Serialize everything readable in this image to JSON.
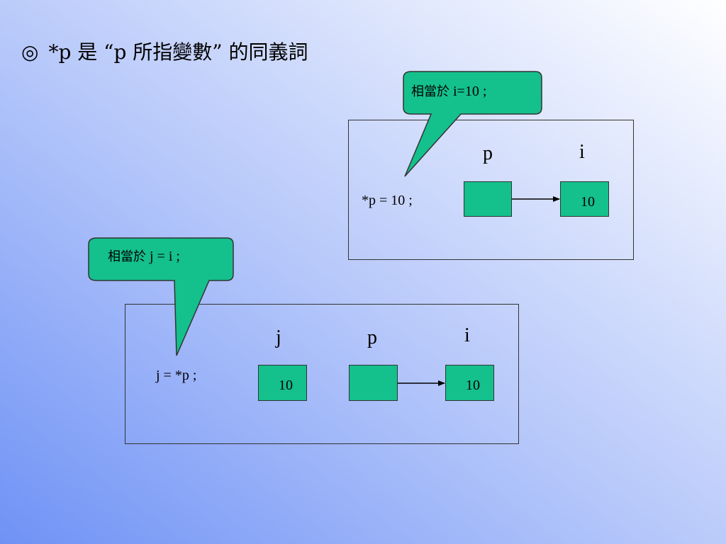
{
  "title": {
    "bullet": "◎",
    "text": "*p 是 “p 所指變數” 的同義詞"
  },
  "example_top": {
    "callout": {
      "cjk": "相當於",
      "code": " i=10 ;"
    },
    "statement": "*p = 10 ;",
    "labels": {
      "p": "p",
      "i": "i"
    },
    "values": {
      "i": "10"
    }
  },
  "example_bottom": {
    "callout": {
      "cjk": "相當於",
      "code": " j = i ;"
    },
    "statement": "j = *p ;",
    "labels": {
      "j": "j",
      "p": "p",
      "i": "i"
    },
    "values": {
      "j": "10",
      "i": "10"
    }
  },
  "colors": {
    "box_fill": "#14c08c",
    "callout_fill": "#14c08c",
    "border": "#333333",
    "background_start": "#6f92f5",
    "background_end": "#ffffff"
  }
}
